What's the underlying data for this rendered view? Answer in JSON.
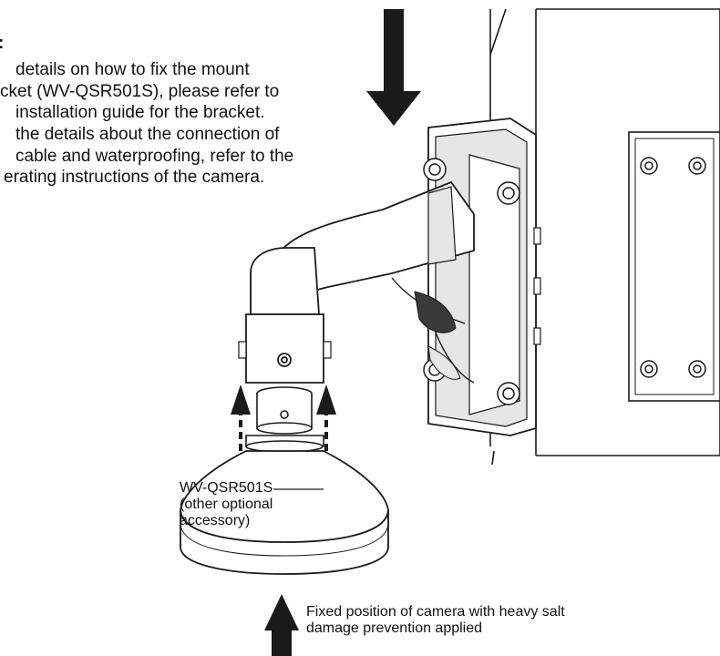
{
  "note": {
    "heading": ":",
    "bullet1_lines": [
      "details on how to fix the mount",
      "cket (WV-QSR501S), please refer to",
      "installation guide for the bracket."
    ],
    "bullet2_lines": [
      "the details about the connection of",
      "cable and waterproofing, refer to the",
      "erating instructions of the camera."
    ]
  },
  "labels": {
    "accessory": [
      "WV-QSR501S",
      "(other optional",
      "accessory)"
    ],
    "camera_position": [
      "Fixed position of camera with heavy salt",
      "damage prevention applied"
    ]
  },
  "colors": {
    "line": "#1a1a1a",
    "fill_light": "#ffffff",
    "fill_shade": "#e6e6e6",
    "fill_dark": "#3a3a3a"
  }
}
